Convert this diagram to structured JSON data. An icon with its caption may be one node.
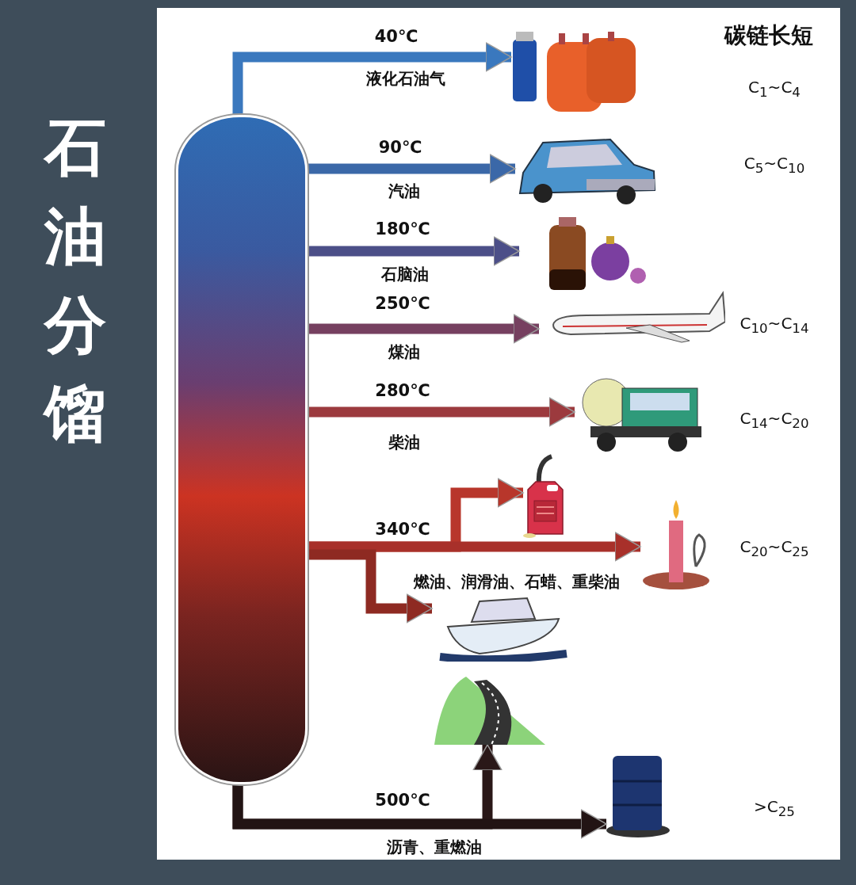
{
  "diagram": {
    "title": "石油分馏",
    "nodes": [
      {
        "text": [],
        "shape": "cylinder"
      },
      {
        "text": [],
        "shape": "picture"
      },
      {
        "text": [],
        "shape": "picture"
      },
      {
        "text": [],
        "shape": "picture"
      },
      {
        "text": [],
        "shape": "picture"
      },
      {
        "text": [],
        "shape": "picture"
      },
      {
        "text": [],
        "shape": "picture"
      },
      {
        "text": [],
        "shape": "picture"
      },
      {
        "text": [],
        "shape": "picture"
      },
      {
        "text": [],
        "shape": "picture"
      },
      {
        "text": [],
        "shape": "picture"
      }
    ],
    "edges": [
      {
        "from": 0,
        "to": 1,
        "arrow": "to",
        "label": "40℃",
        "color": "#3a78be"
      },
      {
        "from": 0,
        "to": 2,
        "arrow": "to",
        "label": "90℃",
        "color": "#3b68a8"
      },
      {
        "from": 0,
        "to": 3,
        "arrow": "to",
        "label": "180℃",
        "color": "#4c4f88"
      },
      {
        "from": 0,
        "to": 4,
        "arrow": "to",
        "label": "250℃",
        "color": "#764060"
      },
      {
        "from": 0,
        "to": 5,
        "arrow": "to",
        "label": "280℃",
        "color": "#9c3a3e"
      },
      {
        "from": 0,
        "to": 6,
        "arrow": "to",
        "color": "#b8362b"
      },
      {
        "from": 0,
        "to": 7,
        "arrow": "to",
        "label": "340℃",
        "color": "#a8302a"
      },
      {
        "from": 0,
        "to": 8,
        "arrow": "to",
        "color": "#8e2a22"
      },
      {
        "from": 0,
        "to": 9,
        "arrow": "to",
        "color": "#2a1818"
      },
      {
        "from": 0,
        "to": 10,
        "arrow": "to",
        "label": "500℃",
        "color": "#221414"
      }
    ],
    "labels": [
      "碳链长短",
      "液化石油气",
      "C$_{1}$~C$_{4}$",
      "汽油",
      "C$_{5}$~C$_{10}$",
      "石脑油",
      "C$_{10}$~C$_{14}$",
      "煤油",
      "C$_{14}$~C$_{20}$",
      "柴油",
      "C$_{20}$~C$_{25}$",
      "燃油、润滑油、石蜡、重柴油",
      ">C$_{25}$",
      "沥青、重燃油"
    ]
  }
}
